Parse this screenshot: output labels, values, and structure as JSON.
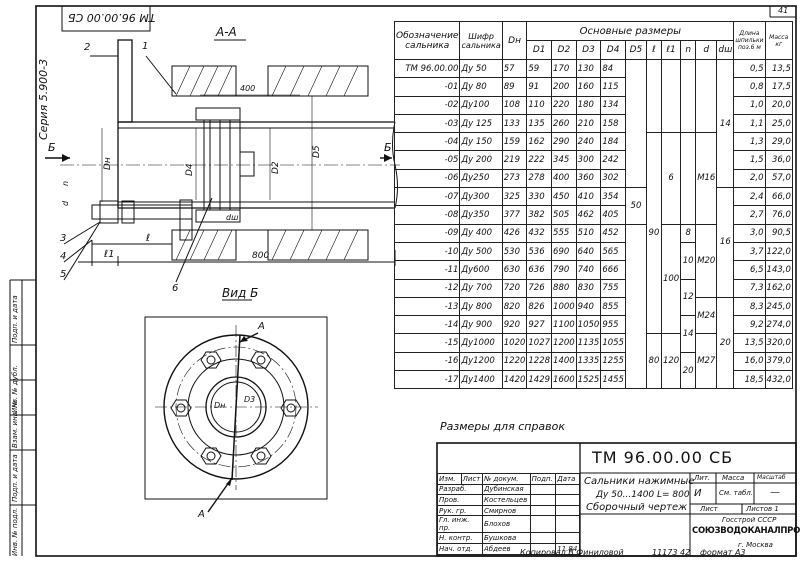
{
  "doc": {
    "sheet_no": "41",
    "designation_top": "TM 96.00.00 CБ",
    "series": "Серия 5.900-3",
    "section_label": "А-А",
    "view_label": "Вид Б",
    "dim_overall": "800",
    "dim_400": "400",
    "notes": "Размеры для справок",
    "footer_copy": "Копировал В Финиловой",
    "footer_format": "формат А3",
    "footer_num": "11173 42"
  },
  "drawing": {
    "callouts": [
      "1",
      "2",
      "3",
      "4",
      "5",
      "6"
    ],
    "labels": {
      "B_left": "Б",
      "B_right": "Б",
      "Dh": "Dн",
      "D4": "D4",
      "D2": "D2",
      "D5": "D5",
      "dsh": "dш",
      "d": "d",
      "n": "n",
      "l": "ℓ",
      "l1": "ℓ1",
      "A_top": "А",
      "A_bot": "А",
      "D3_view": "D3",
      "Dn_view": "Dн",
      "A1": "А"
    }
  },
  "table": {
    "headers": {
      "oboz": "Обозначение сальника",
      "shifr": "Шифр сальника",
      "dn": "Dн",
      "main_dims": "Основные размеры",
      "cols": [
        "D1",
        "D2",
        "D3",
        "D4",
        "D5",
        "ℓ",
        "ℓ1",
        "n",
        "d",
        "dш"
      ],
      "length": "Длина шпильки поз.6 м",
      "mass": "Масса кг"
    },
    "rows": [
      {
        "oboz": "ТМ 96.00.00",
        "shifr": "Ду 50",
        "dn": "57",
        "d1": "59",
        "d2": "170",
        "d3": "130",
        "d4": "84",
        "len": "0,5",
        "mass": "13,5"
      },
      {
        "oboz": "-01",
        "shifr": "Ду 80",
        "dn": "89",
        "d1": "91",
        "d2": "200",
        "d3": "160",
        "d4": "115",
        "len": "0,8",
        "mass": "17,5"
      },
      {
        "oboz": "-02",
        "shifr": "Ду100",
        "dn": "108",
        "d1": "110",
        "d2": "220",
        "d3": "180",
        "d4": "134",
        "len": "1,0",
        "mass": "20,0"
      },
      {
        "oboz": "-03",
        "shifr": "Ду 125",
        "dn": "133",
        "d1": "135",
        "d2": "260",
        "d3": "210",
        "d4": "158",
        "len": "1,1",
        "mass": "25,0"
      },
      {
        "oboz": "-04",
        "shifr": "Ду 150",
        "dn": "159",
        "d1": "162",
        "d2": "290",
        "d3": "240",
        "d4": "184",
        "len": "1,3",
        "mass": "29,0"
      },
      {
        "oboz": "-05",
        "shifr": "Ду 200",
        "dn": "219",
        "d1": "222",
        "d2": "345",
        "d3": "300",
        "d4": "242",
        "len": "1,5",
        "mass": "36,0"
      },
      {
        "oboz": "-06",
        "shifr": "Ду250",
        "dn": "273",
        "d1": "278",
        "d2": "400",
        "d3": "360",
        "d4": "302",
        "len": "2,0",
        "mass": "57,0"
      },
      {
        "oboz": "-07",
        "shifr": "Ду300",
        "dn": "325",
        "d1": "330",
        "d2": "450",
        "d3": "410",
        "d4": "354",
        "len": "2,4",
        "mass": "66,0"
      },
      {
        "oboz": "-08",
        "shifr": "Ду350",
        "dn": "377",
        "d1": "382",
        "d2": "505",
        "d3": "462",
        "d4": "405",
        "len": "2,7",
        "mass": "76,0"
      },
      {
        "oboz": "-09",
        "shifr": "Ду 400",
        "dn": "426",
        "d1": "432",
        "d2": "555",
        "d3": "510",
        "d4": "452",
        "len": "3,0",
        "mass": "90,5"
      },
      {
        "oboz": "-10",
        "shifr": "Ду 500",
        "dn": "530",
        "d1": "536",
        "d2": "690",
        "d3": "640",
        "d4": "565",
        "len": "3,7",
        "mass": "122,0"
      },
      {
        "oboz": "-11",
        "shifr": "Ду600",
        "dn": "630",
        "d1": "636",
        "d2": "790",
        "d3": "740",
        "d4": "666",
        "len": "6,5",
        "mass": "143,0"
      },
      {
        "oboz": "-12",
        "shifr": "Ду 700",
        "dn": "720",
        "d1": "726",
        "d2": "880",
        "d3": "830",
        "d4": "755",
        "len": "7,3",
        "mass": "162,0"
      },
      {
        "oboz": "-13",
        "shifr": "Ду 800",
        "dn": "820",
        "d1": "826",
        "d2": "1000",
        "d3": "940",
        "d4": "855",
        "len": "8,3",
        "mass": "245,0"
      },
      {
        "oboz": "-14",
        "shifr": "Ду 900",
        "dn": "920",
        "d1": "927",
        "d2": "1100",
        "d3": "1050",
        "d4": "955",
        "len": "9,2",
        "mass": "274,0"
      },
      {
        "oboz": "-15",
        "shifr": "Ду1000",
        "dn": "1020",
        "d1": "1027",
        "d2": "1200",
        "d3": "1135",
        "d4": "1055",
        "len": "13,5",
        "mass": "320,0"
      },
      {
        "oboz": "-16",
        "shifr": "Ду1200",
        "dn": "1220",
        "d1": "1228",
        "d2": "1400",
        "d3": "1335",
        "d4": "1255",
        "len": "16,0",
        "mass": "379,0"
      },
      {
        "oboz": "-17",
        "shifr": "Ду1400",
        "dn": "1420",
        "d1": "1429",
        "d2": "1600",
        "d3": "1525",
        "d4": "1455",
        "len": "18,5",
        "mass": "432,0"
      }
    ],
    "merged": {
      "d5_50": "50",
      "l_90": "90",
      "l_80": "80",
      "l1_6": "6",
      "l1_100": "100",
      "l1_120": "120",
      "n_8": "8",
      "n_10": "10",
      "n_12": "12",
      "n_14": "14",
      "n_20": "20",
      "d_m16": "М16",
      "d_m20": "М20",
      "d_m24": "М24",
      "d_m27": "М27",
      "dsh_14": "14",
      "dsh_16": "16",
      "dsh_20": "20"
    }
  },
  "stamp": {
    "code": "ТМ 96.00.00 СБ",
    "title1": "Сальники нажимные",
    "title2": "Ду 50...1400  L= 800",
    "title3": "Сборочный чертеж",
    "col_lit": "Лит.",
    "col_mass": "Масса",
    "col_scale": "Масштаб",
    "lit_val": "И",
    "mass_val": "См. табл.",
    "scale_val": "—",
    "sheet": "Лист",
    "sheets": "Листов 1",
    "org1": "Госстрой СССР",
    "org2": "СОЮЗВОДОКАНАЛПРОЕКТ",
    "org3": "г. Москва",
    "hdr": [
      "Изм.",
      "Лист",
      "№ докум.",
      "Подп.",
      "Дата"
    ],
    "people": [
      {
        "role": "Разраб.",
        "name": "Дубинская"
      },
      {
        "role": "Пров.",
        "name": "Костельцев"
      },
      {
        "role": "Рук. гр.",
        "name": "Смирнов"
      },
      {
        "role": "Гл. инж. пр.",
        "name": "Блохов"
      },
      {
        "role": "Н. контр.",
        "name": "Бушкова"
      },
      {
        "role": "Нач. отд.",
        "name": "Абдеев"
      }
    ],
    "date": "11.84"
  },
  "side_stamp": [
    "Инв. № подл.",
    "Подп. и дата",
    "Взам. инв. №",
    "Инв. № дубл.",
    "Подп. и дата"
  ]
}
